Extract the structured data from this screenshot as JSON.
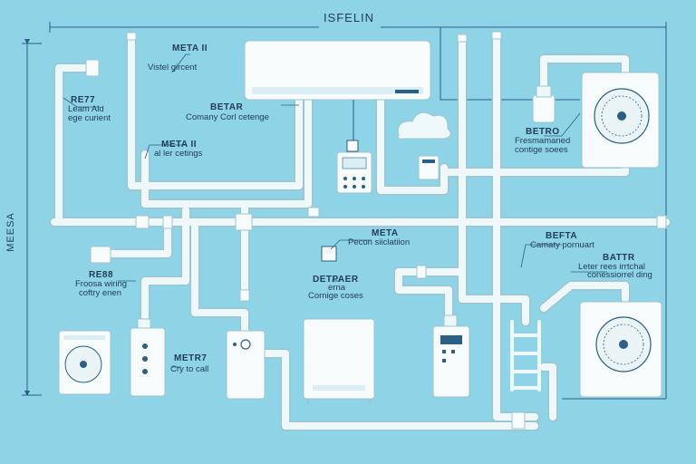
{
  "diagram": {
    "title": "ISFELIN",
    "side_label": "MEESA",
    "labels": [
      {
        "id": "l1",
        "heading": "META II",
        "sub": "Vistel gircent"
      },
      {
        "id": "l2",
        "heading": "RE77",
        "sub": "Leam Ald",
        "sub2": "ege curient"
      },
      {
        "id": "l3",
        "heading": "BETAR",
        "sub": "Comany Corl cetenge"
      },
      {
        "id": "l4",
        "heading": "META II",
        "sub": "al ler cetings"
      },
      {
        "id": "l5",
        "heading": "BETRO",
        "sub": "Fresmamaned",
        "sub2": "contige soees"
      },
      {
        "id": "l6",
        "heading": "META",
        "sub": "Pecon siiclatiion"
      },
      {
        "id": "l7",
        "heading": "BEFTA",
        "sub": "Camaty pornuart"
      },
      {
        "id": "l8",
        "heading": "BATTR",
        "sub": "Leter rees irrtchal",
        "sub2": "conessiorrel ding"
      },
      {
        "id": "l9",
        "heading": "RE88",
        "sub": "Froosa wiring",
        "sub2": "coftry enen"
      },
      {
        "id": "l10",
        "heading": "DETPAER",
        "sub": "erna",
        "sub2": "Cornige coses"
      },
      {
        "id": "l11",
        "heading": "METR7",
        "sub": "Cry to call"
      }
    ]
  },
  "colors": {
    "background": "#8fd3e6",
    "pipe": "#eef8fb",
    "pipe_edge": "#9ec4d2",
    "line": "#2b5f86",
    "unit": "#f7fbfc",
    "text": "#1f3b57"
  }
}
